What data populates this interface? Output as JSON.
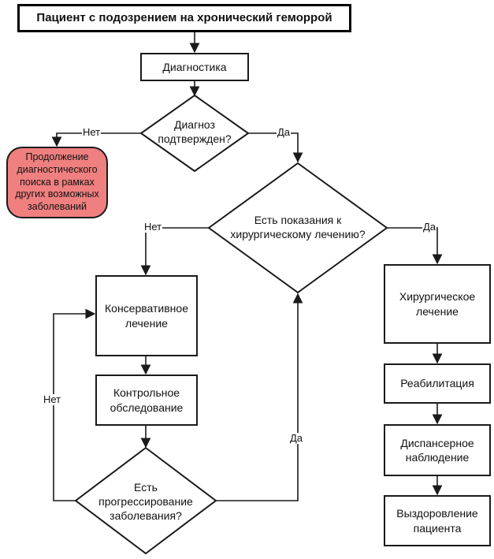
{
  "colors": {
    "terminal_fill": "#f08080",
    "line": "#1a1a1a"
  },
  "nodes": {
    "title": "Пациент с подозрением на хронический геморрой",
    "diagnostics": "Диагностика",
    "decision_confirmed": "Диагноз\nподтвержден?",
    "terminal_continue": "Продолжение\nдиагностического\nпоиска в рамках\nдругих возможных\nзаболеваний",
    "decision_surgery": "Есть показания к\nхирургическому лечению?",
    "conservative": "Консервативное\nлечение",
    "checkup": "Контрольное\nобследование",
    "decision_progress": "Есть\nпрогрессирование\nзаболевания?",
    "surgical": "Хирургическое\nлечение",
    "rehab": "Реабилитация",
    "dispensary": "Диспансерное\nнаблюдение",
    "recovery": "Выздоровление\nпациента"
  },
  "edge_labels": {
    "confirmed_no": "Нет",
    "confirmed_yes": "Да",
    "surgery_no": "Нет",
    "surgery_yes": "Да",
    "progress_no": "Нет",
    "progress_yes": "Да"
  }
}
